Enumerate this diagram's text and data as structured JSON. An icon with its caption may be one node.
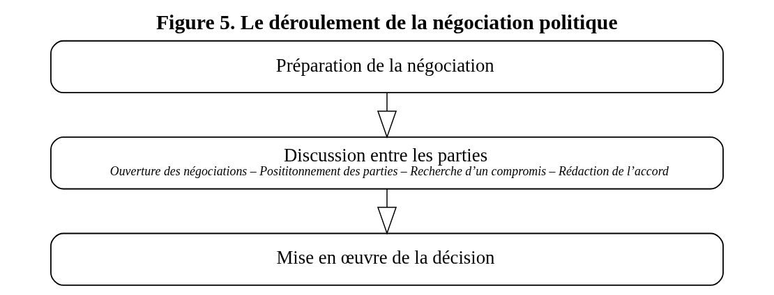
{
  "diagram": {
    "title": "Figure 5. Le déroulement de la négociation politique",
    "nodes": [
      {
        "text": [
          "Préparation de la négociation"
        ]
      },
      {
        "text": [
          "Discussion entre les parties",
          "Ouverture des négociations – Posititonnement des parties – Recherche d’un compromis – Rédaction de l’accord"
        ]
      },
      {
        "text": [
          "Mise en œuvre de la décision"
        ]
      }
    ],
    "edges": [
      {
        "from": 0,
        "to": 1,
        "arrow": "to"
      },
      {
        "from": 1,
        "to": 2,
        "arrow": "to"
      }
    ]
  }
}
